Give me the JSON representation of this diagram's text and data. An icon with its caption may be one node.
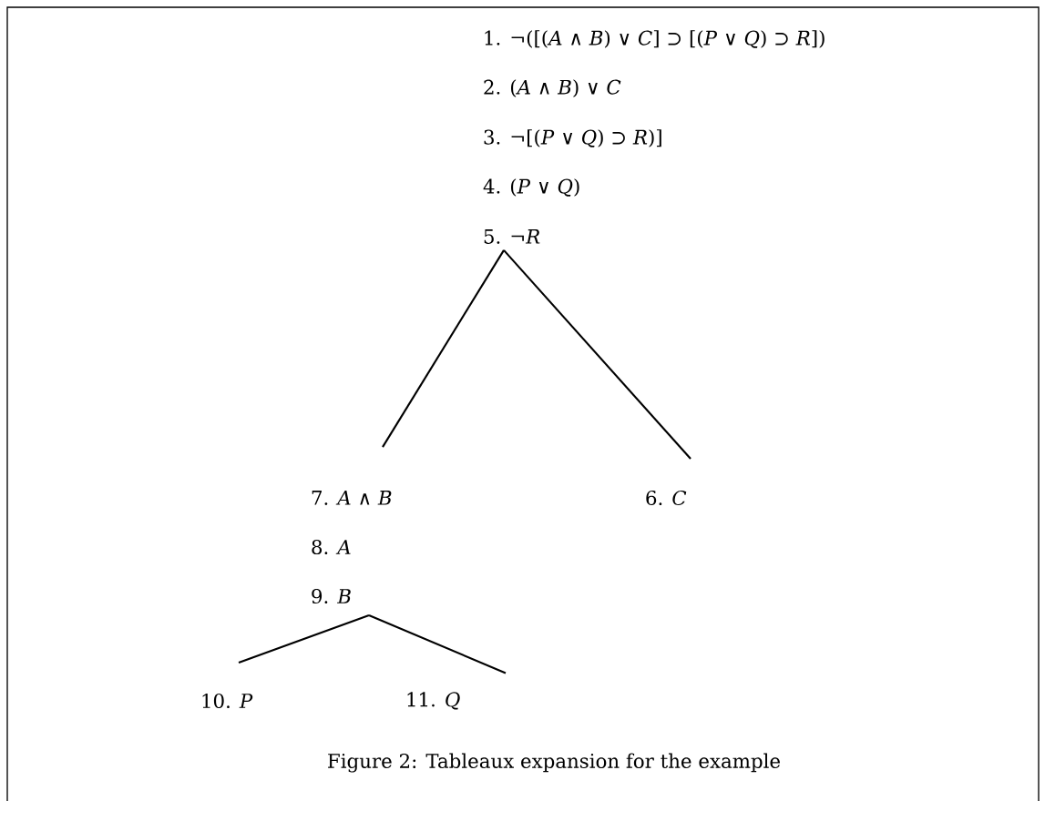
{
  "diagram": {
    "caption": "Figure 2: Tableaux expansion for the example",
    "nodes": [
      {
        "text": [
          "1. ¬([(*A* ∧ *B*) ∨ *C*] ⊃ [(*P* ∨ *Q*) ⊃ *R*])"
        ]
      },
      {
        "text": [
          "2. (*A* ∧ *B*) ∨ *C*"
        ]
      },
      {
        "text": [
          "3. ¬[(*P* ∨ *Q*) ⊃ *R*)]"
        ]
      },
      {
        "text": [
          "4. (*P* ∨ *Q*)"
        ]
      },
      {
        "text": [
          "5. ¬*R*"
        ]
      },
      {
        "text": [
          "7. *A* ∧ *B*"
        ]
      },
      {
        "text": [
          "6. *C*"
        ]
      },
      {
        "text": [
          "8. *A*"
        ]
      },
      {
        "text": [
          "9. *B*"
        ]
      },
      {
        "text": [
          "10. *P*"
        ]
      },
      {
        "text": [
          "11. *Q*"
        ]
      }
    ],
    "edges": [
      {
        "from": 4,
        "to": 5,
        "arrow": "none"
      },
      {
        "from": 4,
        "to": 6,
        "arrow": "none"
      },
      {
        "from": 8,
        "to": 9,
        "arrow": "none"
      },
      {
        "from": 8,
        "to": 10,
        "arrow": "none"
      }
    ]
  }
}
